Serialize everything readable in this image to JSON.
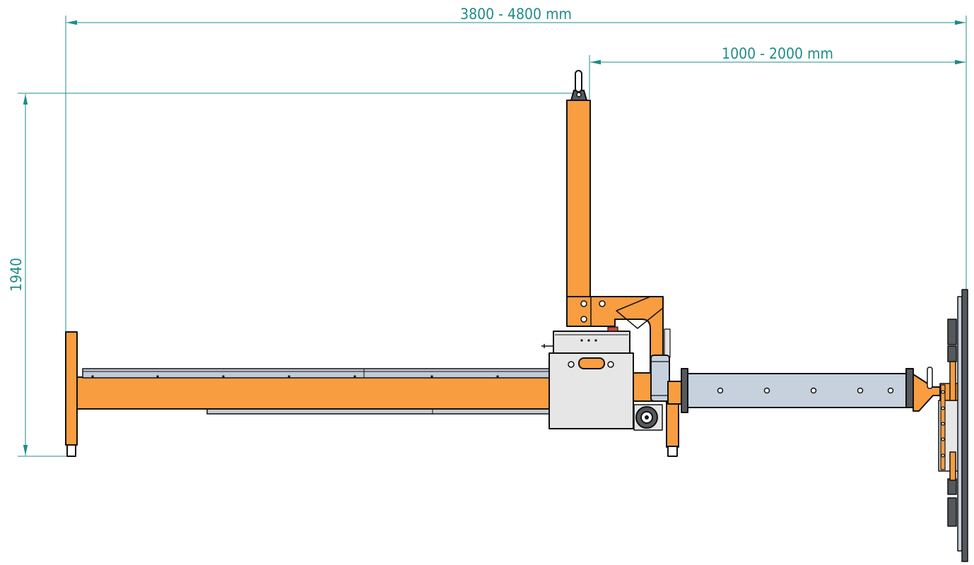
{
  "dimensions": {
    "overall_length": "3800 - 4800 mm",
    "arm_reach": "1000 - 2000 mm",
    "height": "1940"
  },
  "colors": {
    "frame_orange": "#F99D41",
    "dimension_teal": "#1E8C88",
    "outline": "#111111",
    "steel_grey": "#C7D1DE",
    "housing_grey": "#E6E6E6",
    "rail_grey": "#C2CAD6",
    "dark_grey": "#55585C"
  }
}
